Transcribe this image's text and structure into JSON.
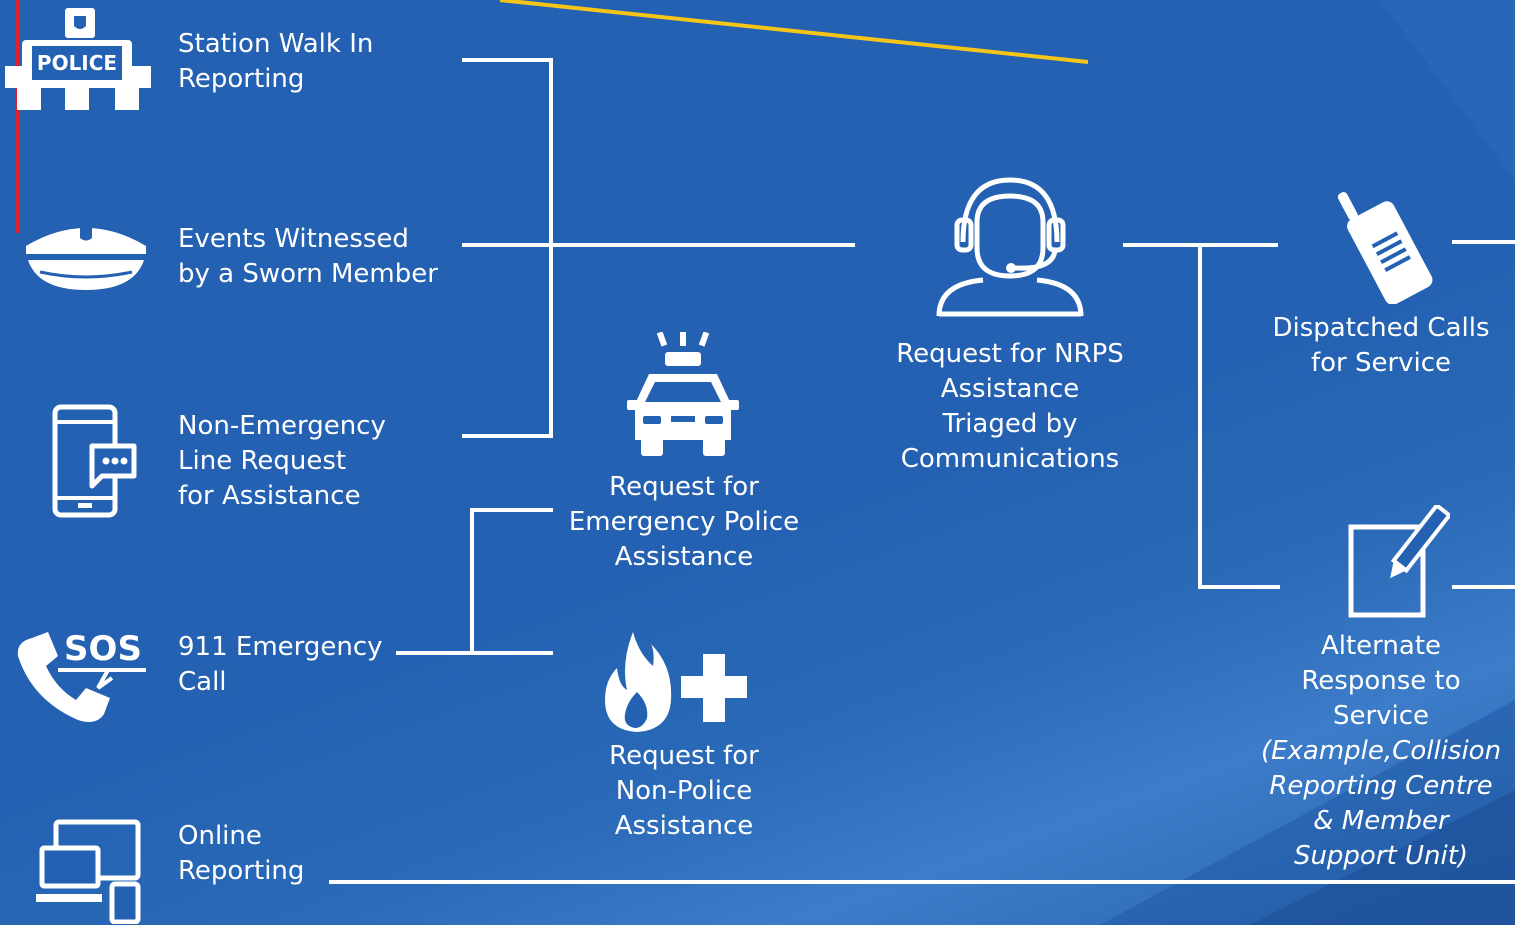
{
  "colors": {
    "background": "#2461b2",
    "connector": "#ffffff",
    "accent_line": "#f5c518",
    "accent_bar": "#e0202a"
  },
  "sources": [
    {
      "icon": "police-station-icon",
      "line1": "Station Walk In",
      "line2": "Reporting",
      "line3": ""
    },
    {
      "icon": "police-cap-icon",
      "line1": "Events Witnessed",
      "line2": "by a Sworn Member",
      "line3": ""
    },
    {
      "icon": "mobile-chat-icon",
      "line1": "Non-Emergency",
      "line2": "Line Request",
      "line3": "for Assistance"
    },
    {
      "icon": "sos-phone-icon",
      "line1": "911 Emergency",
      "line2": "Call",
      "line3": ""
    },
    {
      "icon": "computer-devices-icon",
      "line1": "Online",
      "line2": "Reporting",
      "line3": ""
    }
  ],
  "requests": {
    "emergency": {
      "icon": "police-car-icon",
      "line1": "Request for",
      "line2": "Emergency Police",
      "line3": "Assistance"
    },
    "non_police": {
      "icon": "fire-medical-icon",
      "line1": "Request for",
      "line2": "Non-Police",
      "line3": "Assistance"
    }
  },
  "triage": {
    "icon": "headset-operator-icon",
    "line1": "Request for NRPS",
    "line2": "Assistance",
    "line3": "Triaged by",
    "line4": "Communications"
  },
  "outcomes": {
    "dispatched": {
      "icon": "radio-icon",
      "line1": "Dispatched Calls",
      "line2": "for Service"
    },
    "alternate": {
      "icon": "notepad-pen-icon",
      "line1": "Alternate",
      "line2": "Response to",
      "line3": "Service",
      "note1": "(Example,Collision",
      "note2": "Reporting Centre",
      "note3": "& Member",
      "note4": "Support Unit)"
    }
  }
}
